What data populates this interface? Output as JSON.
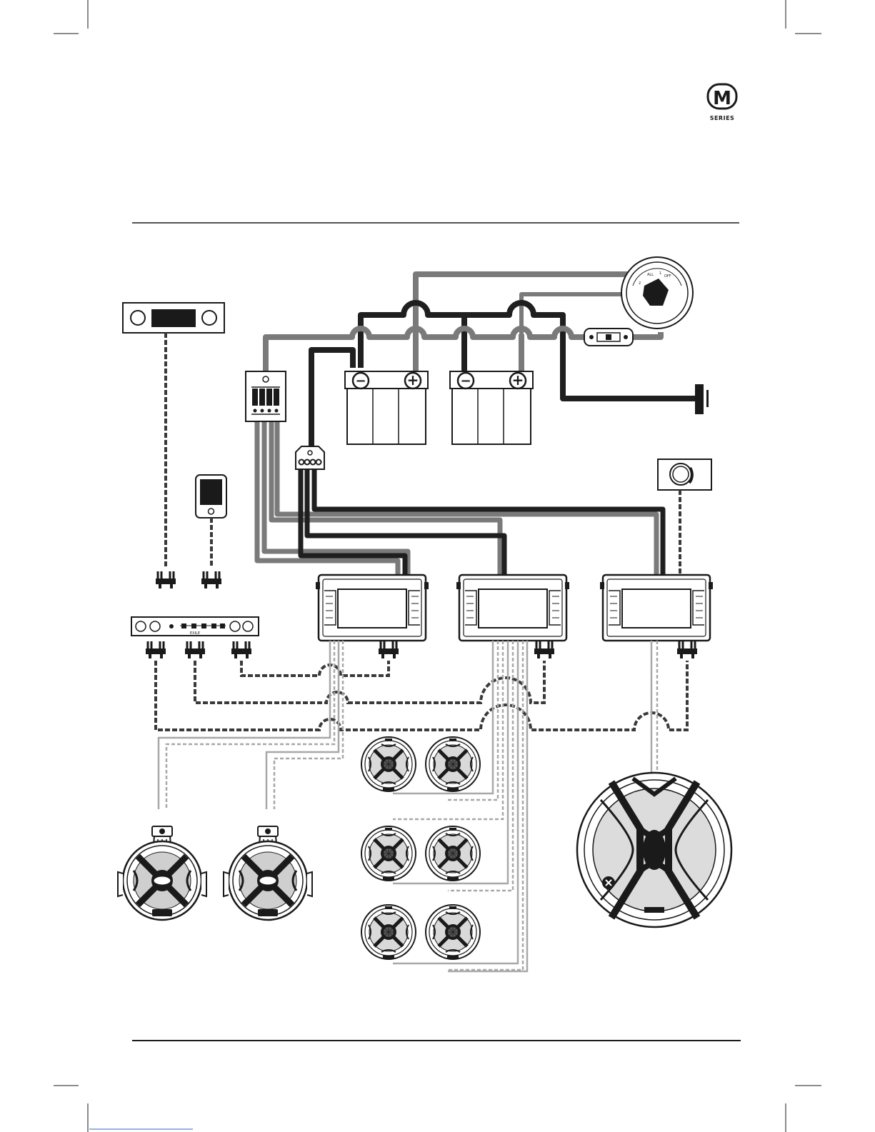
{
  "brand": {
    "logo_mark": "M",
    "logo_caption": "SERIES"
  },
  "battery_switch": {
    "positions": [
      "2",
      "ALL",
      "1",
      "OFF"
    ]
  },
  "batteries": [
    {
      "neg": "−",
      "pos": "+"
    },
    {
      "neg": "−",
      "pos": "+"
    }
  ],
  "equalizer": {
    "brand_text": "EXILE"
  },
  "wire_colors": {
    "power": "#7a7a7a",
    "ground": "#1f1f1f",
    "signal": "#3a3a3a",
    "speaker": "#a8a8a8"
  }
}
